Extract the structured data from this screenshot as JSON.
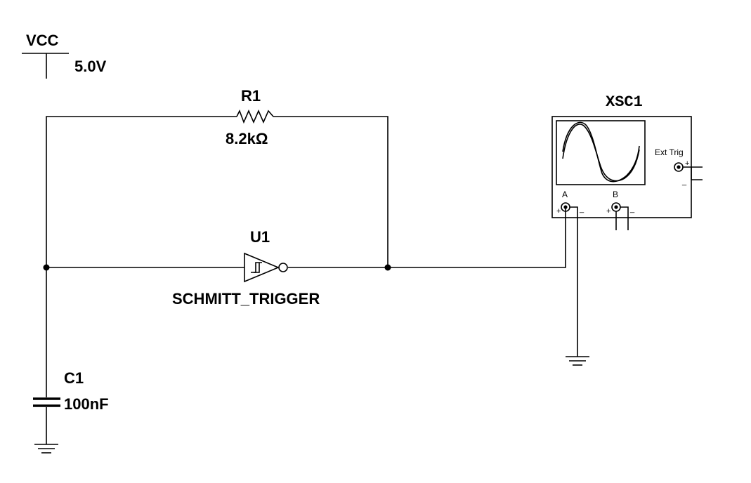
{
  "vcc": {
    "name": "VCC",
    "value": "5.0V"
  },
  "r1": {
    "name": "R1",
    "value": "8.2kΩ"
  },
  "u1": {
    "name": "U1",
    "part": "SCHMITT_TRIGGER"
  },
  "c1": {
    "name": "C1",
    "value": "100nF"
  },
  "xsc1": {
    "name": "XSC1",
    "ext_trig_label": "Ext Trig",
    "channel_a": "A",
    "channel_b": "B",
    "plus": "+",
    "minus": "_"
  },
  "colors": {
    "wire": "#000000",
    "background": "#ffffff"
  }
}
